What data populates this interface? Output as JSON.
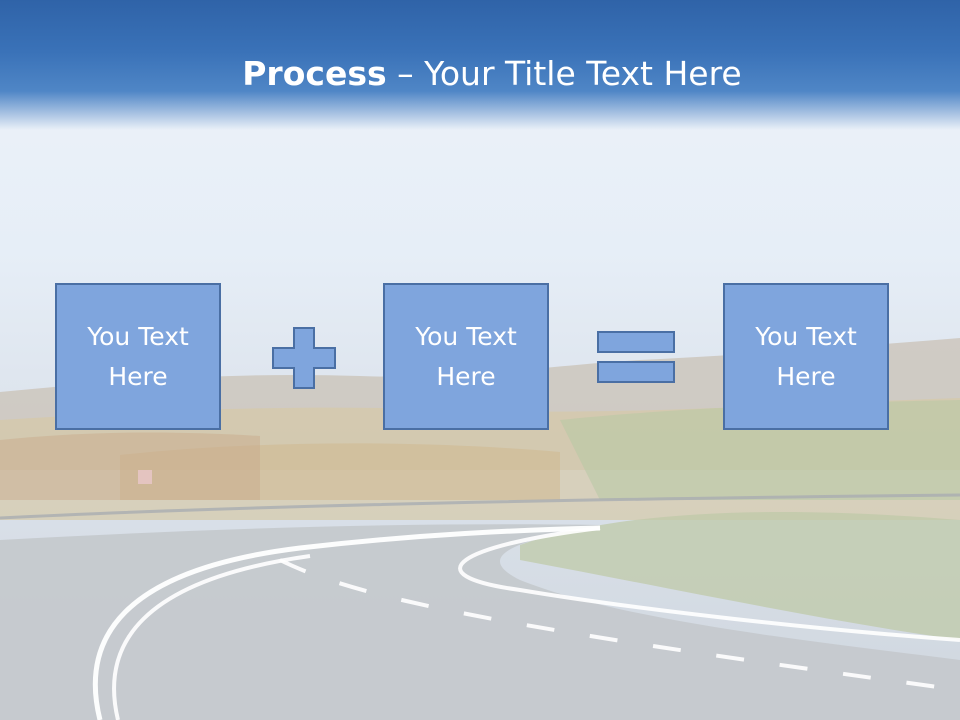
{
  "slide": {
    "title_bold": "Process",
    "title_rest": " – Your Title Text Here"
  },
  "boxes": [
    {
      "text": "You Text Here"
    },
    {
      "text": "You Text Here"
    },
    {
      "text": "You Text Here"
    }
  ],
  "colors": {
    "title_bar": "#3a72b8",
    "box_fill": "#7fa5dd",
    "box_border": "#4a6fa4",
    "text": "#ffffff"
  },
  "icons": {
    "operator_1": "plus-icon",
    "operator_2": "equals-icon"
  }
}
